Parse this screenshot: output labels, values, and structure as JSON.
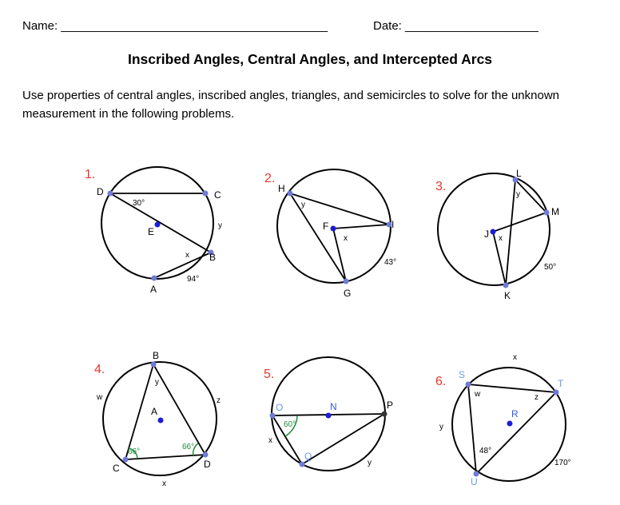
{
  "header": {
    "name_line": "Name: ________________________________________",
    "date_line": "Date: ____________________"
  },
  "title": "Inscribed Angles, Central Angles, and Intercepted Arcs",
  "instructions": "Use properties of central angles, inscribed angles, triangles, and semicircles to solve for the unknown measurement in the following problems.",
  "problems": [
    {
      "number": "1.",
      "labels": {
        "D": "D",
        "C": "C",
        "E": "E",
        "B": "B",
        "A": "A",
        "x": "x",
        "y": "y",
        "angle": "30°",
        "arc": "94°"
      }
    },
    {
      "number": "2.",
      "labels": {
        "H": "H",
        "F": "F",
        "I": "I",
        "G": "G",
        "x": "x",
        "y": "y",
        "arc": "43°"
      }
    },
    {
      "number": "3.",
      "labels": {
        "L": "L",
        "M": "M",
        "J": "J",
        "K": "K",
        "x": "x",
        "y": "y",
        "arc": "50°"
      }
    },
    {
      "number": "4.",
      "labels": {
        "B": "B",
        "A": "A",
        "C": "C",
        "D": "D",
        "w": "w",
        "x": "x",
        "y": "y",
        "z": "z",
        "angle_c": "66°",
        "angle_d": "66°"
      }
    },
    {
      "number": "5.",
      "labels": {
        "O": "O",
        "N": "N",
        "P": "P",
        "Q": "Q",
        "x": "x",
        "y": "y",
        "angle": "60°"
      }
    },
    {
      "number": "6.",
      "labels": {
        "S": "S",
        "T": "T",
        "R": "R",
        "U": "U",
        "w": "w",
        "x": "x",
        "y": "y",
        "z": "z",
        "angle": "48°",
        "arc": "170°"
      }
    }
  ]
}
